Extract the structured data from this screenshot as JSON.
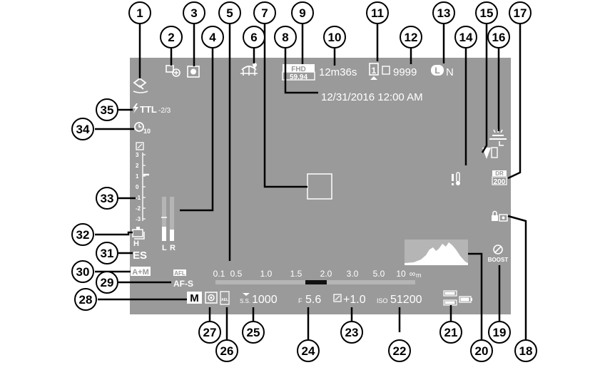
{
  "colors": {
    "screen": "#9a9a9a",
    "overlay": "#ffffff",
    "callout_border": "#000000",
    "background": "#ffffff"
  },
  "callouts": [
    "1",
    "2",
    "3",
    "4",
    "5",
    "6",
    "7",
    "8",
    "9",
    "10",
    "11",
    "12",
    "13",
    "14",
    "15",
    "16",
    "17",
    "18",
    "19",
    "20",
    "21",
    "22",
    "23",
    "24",
    "25",
    "26",
    "27",
    "28",
    "29",
    "30",
    "31",
    "32",
    "33",
    "34",
    "35"
  ],
  "icons": {
    "dual_is": "dual-is-mode-icon",
    "focus_check": "focus-check-icon",
    "face_detect": "face-detection-icon",
    "location": "location-data-icon",
    "movie_mode": "movie-mode-icon",
    "mic_level": "mic-level-icon",
    "card_slot": "card-slot-icon",
    "temp_warning": "temperature-warning-icon",
    "sim": "film-simulation-icon",
    "white_balance": "white-balance-icon",
    "dynamic_range": "dynamic-range-icon",
    "control_lock": "control-lock-icon",
    "boost": "performance-boost-icon",
    "histogram": "histogram-icon",
    "battery": "battery-icon",
    "af_lock": "af-lock-icon",
    "drive": "drive-mode-icon",
    "self_timer": "self-timer-icon",
    "flash": "flash-mode-icon"
  },
  "screen": {
    "movie_mode": "FHD",
    "frame_rate": "59.94",
    "rec_time": "12m36s",
    "card_slot": "1",
    "frames": "9999",
    "image_size": "L",
    "image_quality": "N",
    "datetime": "12/31/2016 12:00 AM",
    "flash": "TTL",
    "flash_comp": "-2/3",
    "self_timer": "10",
    "mic_l": "L",
    "mic_r": "R",
    "exposure_scale": [
      "3",
      "2",
      "1",
      "0",
      "1",
      "2",
      "3"
    ],
    "drive": "H",
    "shutter_type": "ES",
    "focus_switch": "A+M",
    "af_mode": "AF-S",
    "af_lock": "AFL",
    "exposure_mode": "M",
    "metering_lock": "AEL",
    "shutter_prefix": "S.S.",
    "shutter_speed": "1000",
    "aperture_prefix": "F",
    "aperture": "5.6",
    "exp_comp": "+1.0",
    "iso_prefix": "ISO",
    "iso": "51200",
    "dr": "DR",
    "dr_value": "200",
    "boost": "BOOST",
    "distance_scale": [
      "0.1",
      "0.5",
      "1.0",
      "1.5",
      "2.0",
      "3.0",
      "5.0",
      "10",
      "∞"
    ],
    "distance_unit": "m"
  }
}
